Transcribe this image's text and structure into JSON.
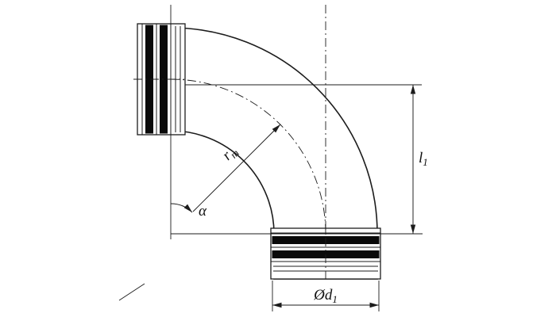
{
  "figure": {
    "type": "technical-drawing",
    "colors": {
      "background": "#ffffff",
      "line": "#1c1c1c",
      "band": "#0a0a0a"
    },
    "labels": {
      "radius_base": "r",
      "radius_sub": "m",
      "angle": "α",
      "length_base": "l",
      "length_sub": "1",
      "diameter_base": "Ød",
      "diameter_sub": "1"
    }
  }
}
